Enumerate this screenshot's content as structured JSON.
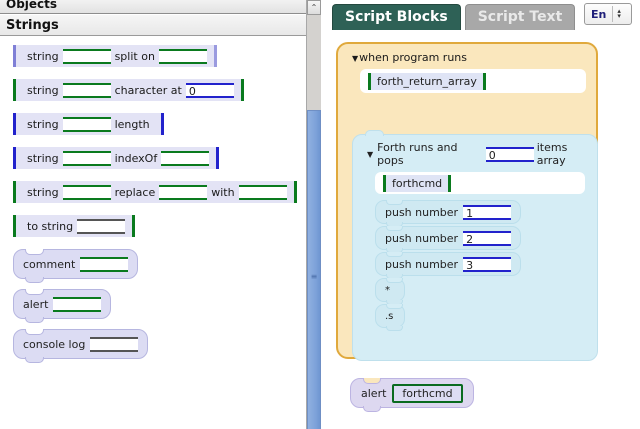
{
  "palette": {
    "objects_header": "Objects",
    "strings_header": "Strings",
    "blocks": [
      {
        "id": "string-split-on",
        "ret": "purple",
        "parts": [
          {
            "t": "label",
            "v": "string"
          },
          {
            "t": "socket",
            "type": "string",
            "v": ""
          },
          {
            "t": "label",
            "v": "split on"
          },
          {
            "t": "socket",
            "type": "string",
            "v": ""
          }
        ]
      },
      {
        "id": "string-character-at",
        "ret": "green",
        "parts": [
          {
            "t": "label",
            "v": "string"
          },
          {
            "t": "socket",
            "type": "string",
            "v": ""
          },
          {
            "t": "label",
            "v": "character at"
          },
          {
            "t": "socket",
            "type": "number",
            "v": "0"
          }
        ]
      },
      {
        "id": "string-length",
        "ret": "blue",
        "parts": [
          {
            "t": "label",
            "v": "string"
          },
          {
            "t": "socket",
            "type": "string",
            "v": ""
          },
          {
            "t": "label",
            "v": "length"
          }
        ]
      },
      {
        "id": "string-indexof",
        "ret": "blue",
        "parts": [
          {
            "t": "label",
            "v": "string"
          },
          {
            "t": "socket",
            "type": "string",
            "v": ""
          },
          {
            "t": "label",
            "v": "indexOf"
          },
          {
            "t": "socket",
            "type": "string",
            "v": ""
          }
        ]
      },
      {
        "id": "string-replace-with",
        "ret": "green",
        "parts": [
          {
            "t": "label",
            "v": "string"
          },
          {
            "t": "socket",
            "type": "string",
            "v": ""
          },
          {
            "t": "label",
            "v": "replace"
          },
          {
            "t": "socket",
            "type": "string",
            "v": ""
          },
          {
            "t": "label",
            "v": "with"
          },
          {
            "t": "socket",
            "type": "string",
            "v": ""
          }
        ]
      },
      {
        "id": "to-string",
        "ret": "green",
        "parts": [
          {
            "t": "label",
            "v": "to string"
          },
          {
            "t": "socket",
            "type": "any",
            "v": ""
          }
        ]
      }
    ],
    "commands": [
      {
        "id": "comment",
        "label": "comment",
        "socket_type": "string",
        "socket_value": ""
      },
      {
        "id": "alert",
        "label": "alert",
        "socket_type": "string",
        "socket_value": ""
      },
      {
        "id": "console-log",
        "label": "console log",
        "socket_type": "any",
        "socket_value": ""
      }
    ]
  },
  "scrollbar": {
    "up_arrow": "⌃",
    "grip": "≡"
  },
  "tabs": [
    {
      "id": "script-blocks",
      "label": "Script Blocks",
      "active": true
    },
    {
      "id": "script-text",
      "label": "Script Text",
      "active": false
    }
  ],
  "language": {
    "value": "En",
    "up": "▴",
    "down": "▾"
  },
  "script": {
    "trigger": {
      "disclosure": "▼",
      "title": "when program runs",
      "slot_variable": "forth_return_array"
    },
    "forth": {
      "disclosure": "▼",
      "title_before": "Forth runs and pops",
      "count_value": "0",
      "title_after": "items array",
      "slot_variable": "forthcmd",
      "commands": [
        {
          "id": "push-number-1",
          "label": "push number",
          "socket_type": "number",
          "socket_value": "1"
        },
        {
          "id": "push-number-2",
          "label": "push number",
          "socket_type": "number",
          "socket_value": "2"
        },
        {
          "id": "push-number-3",
          "label": "push number",
          "socket_type": "number",
          "socket_value": "3"
        },
        {
          "id": "multiply",
          "label": "*",
          "socket_type": null,
          "socket_value": null
        },
        {
          "id": "dot-s",
          "label": ".s",
          "socket_type": null,
          "socket_value": null
        }
      ]
    },
    "alert": {
      "label": "alert",
      "variable": "forthcmd"
    }
  },
  "colors": {
    "tab_active_bg": "#2e6156",
    "tab_idle_bg": "#a8a8a8",
    "trigger_block": "#fae7bd",
    "trigger_border": "#e0a93c",
    "forth_block": "#d5edf5",
    "alert_block": "#ddd8f0",
    "palette_block": "#e3e3f5",
    "string_socket": "#0a7a1e",
    "number_socket": "#2222cc",
    "scrollbar_thumb": "#7fa3da"
  }
}
